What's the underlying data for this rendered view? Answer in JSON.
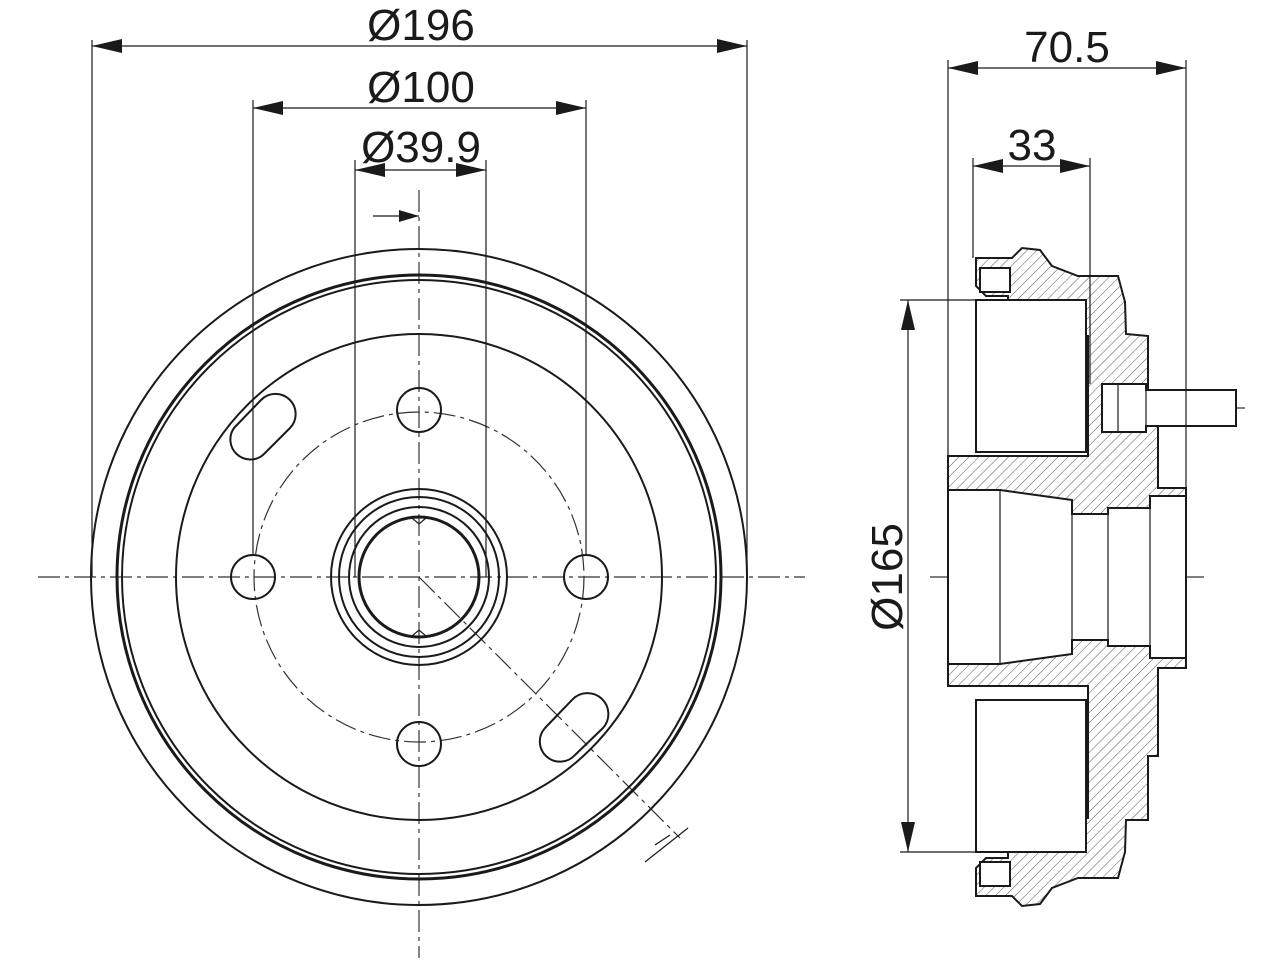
{
  "dimensions": {
    "outer_diameter": "Ø196",
    "bolt_circle": "Ø100",
    "center_bore": "Ø39.9",
    "overall_height": "70.5",
    "hub_offset": "33",
    "inner_diameter": "Ø165"
  }
}
